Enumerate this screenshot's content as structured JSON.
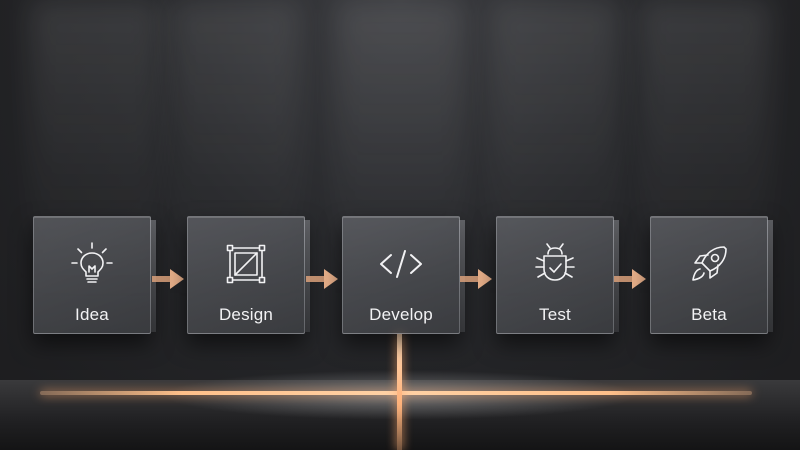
{
  "steps": [
    {
      "label": "Idea",
      "icon": "lightbulb-icon"
    },
    {
      "label": "Design",
      "icon": "frame-icon"
    },
    {
      "label": "Develop",
      "icon": "code-icon"
    },
    {
      "label": "Test",
      "icon": "bug-icon"
    },
    {
      "label": "Beta",
      "icon": "rocket-icon"
    }
  ],
  "colors": {
    "accent": "#ffb27a",
    "arrow": "#e8b08a",
    "card_text": "#f2f2f4",
    "background": "#26272a"
  }
}
